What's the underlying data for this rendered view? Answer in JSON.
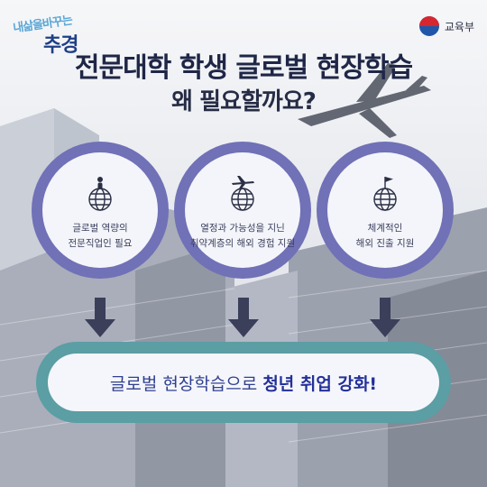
{
  "brand": {
    "logo_top": "내삶을바꾸는",
    "logo_bottom": "추경",
    "ministry": "교육부"
  },
  "heading": {
    "title": "전문대학 학생 글로벌 현장학습",
    "subtitle": "왜 필요할까요?"
  },
  "circles": [
    {
      "icon": "globe-person-icon",
      "lines": [
        "글로벌 역량의",
        "전문직업인 필요"
      ]
    },
    {
      "icon": "globe-airplane-icon",
      "lines": [
        "열정과 가능성을 지닌",
        "취약계층의 해외 경험 지원"
      ]
    },
    {
      "icon": "globe-flag-icon",
      "lines": [
        "체계적인",
        "해외 진출 지원"
      ]
    }
  ],
  "banner": {
    "prefix": "글로벌 현장학습으로 ",
    "highlight": "청년 취업 강화!"
  },
  "colors": {
    "circle": "#7071b6",
    "banner": "#5b9ea4",
    "title": "#1f2646"
  }
}
